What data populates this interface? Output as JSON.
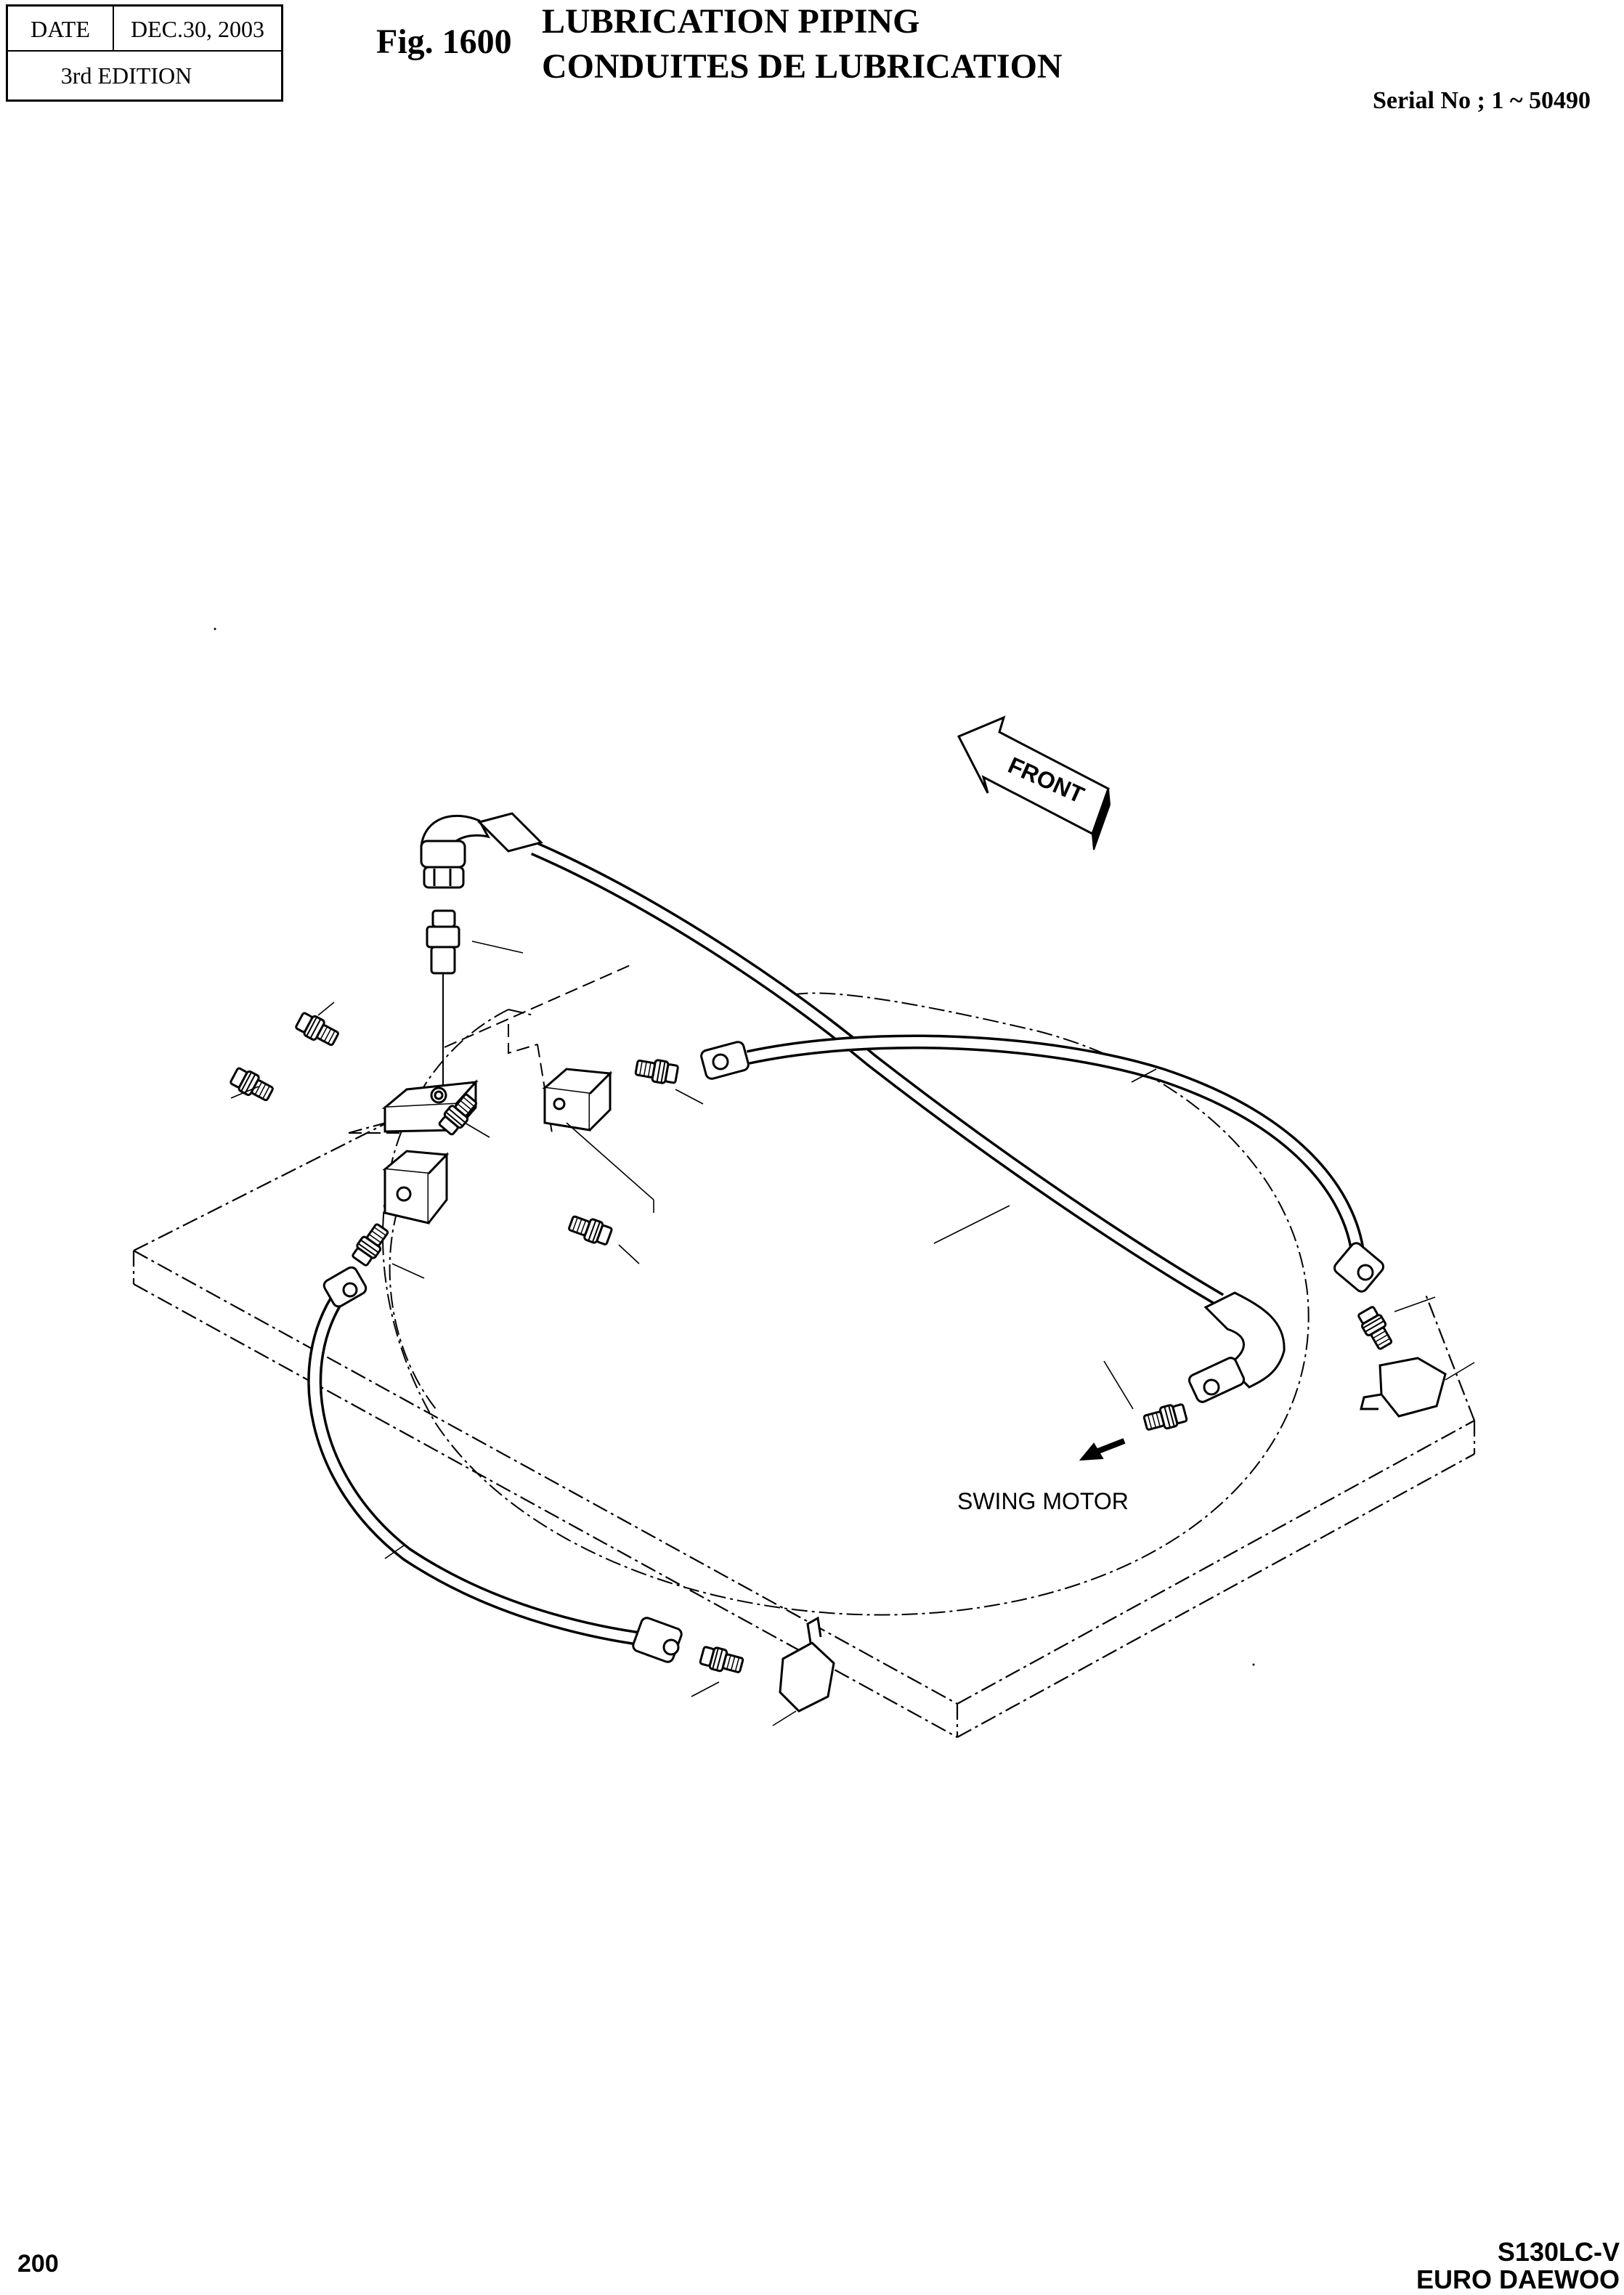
{
  "header": {
    "date_label": "DATE",
    "date_value": "DEC.30, 2003",
    "edition": "3rd  EDITION",
    "fig_number": "Fig. 1600",
    "title_en": "LUBRICATION PIPING",
    "title_fr": "CONDUITES DE LUBRICATION",
    "serial": "Serial No ; 1 ~ 50490"
  },
  "diagram": {
    "front_label": "FRONT",
    "swing_motor_label": "SWING MOTOR"
  },
  "footer": {
    "page_number": "200",
    "model_line1": "S130LC-V",
    "model_line2": "EURO DAEWOO"
  },
  "colors": {
    "ink": "#000000",
    "paper": "#ffffff"
  }
}
